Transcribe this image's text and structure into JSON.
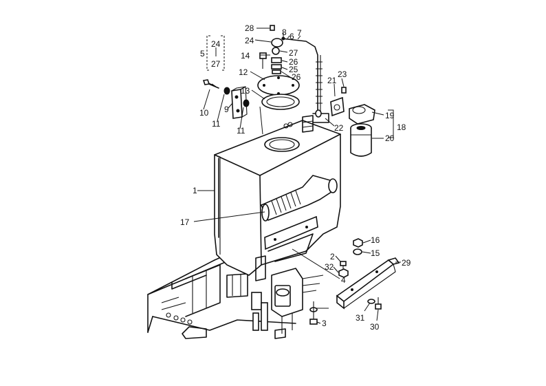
{
  "diagram": {
    "callouts": [
      {
        "id": "c28",
        "text": "28"
      },
      {
        "id": "c8",
        "text": "8"
      },
      {
        "id": "c6",
        "text": "6"
      },
      {
        "id": "c7",
        "text": "7"
      },
      {
        "id": "c24",
        "text": "24"
      },
      {
        "id": "c27",
        "text": "27"
      },
      {
        "id": "c14",
        "text": "14"
      },
      {
        "id": "c26a",
        "text": "26"
      },
      {
        "id": "c25",
        "text": "25"
      },
      {
        "id": "c12",
        "text": "12"
      },
      {
        "id": "c26b",
        "text": "26"
      },
      {
        "id": "c13",
        "text": "13"
      },
      {
        "id": "c21",
        "text": "21"
      },
      {
        "id": "c23",
        "text": "23"
      },
      {
        "id": "c19",
        "text": "19"
      },
      {
        "id": "c18",
        "text": "18"
      },
      {
        "id": "c22",
        "text": "22"
      },
      {
        "id": "c20",
        "text": "20"
      },
      {
        "id": "c10",
        "text": "10"
      },
      {
        "id": "c11a",
        "text": "11"
      },
      {
        "id": "c9",
        "text": "9"
      },
      {
        "id": "c11b",
        "text": "11"
      },
      {
        "id": "c1",
        "text": "1"
      },
      {
        "id": "c17",
        "text": "17"
      },
      {
        "id": "c16",
        "text": "16"
      },
      {
        "id": "c15",
        "text": "15"
      },
      {
        "id": "c2",
        "text": "2"
      },
      {
        "id": "c29",
        "text": "29"
      },
      {
        "id": "c32",
        "text": "32"
      },
      {
        "id": "c4",
        "text": "4"
      },
      {
        "id": "c3",
        "text": "3"
      },
      {
        "id": "c31",
        "text": "31"
      },
      {
        "id": "c30",
        "text": "30"
      }
    ],
    "group5": {
      "label": "5",
      "top": "24",
      "bottom": "27"
    }
  }
}
